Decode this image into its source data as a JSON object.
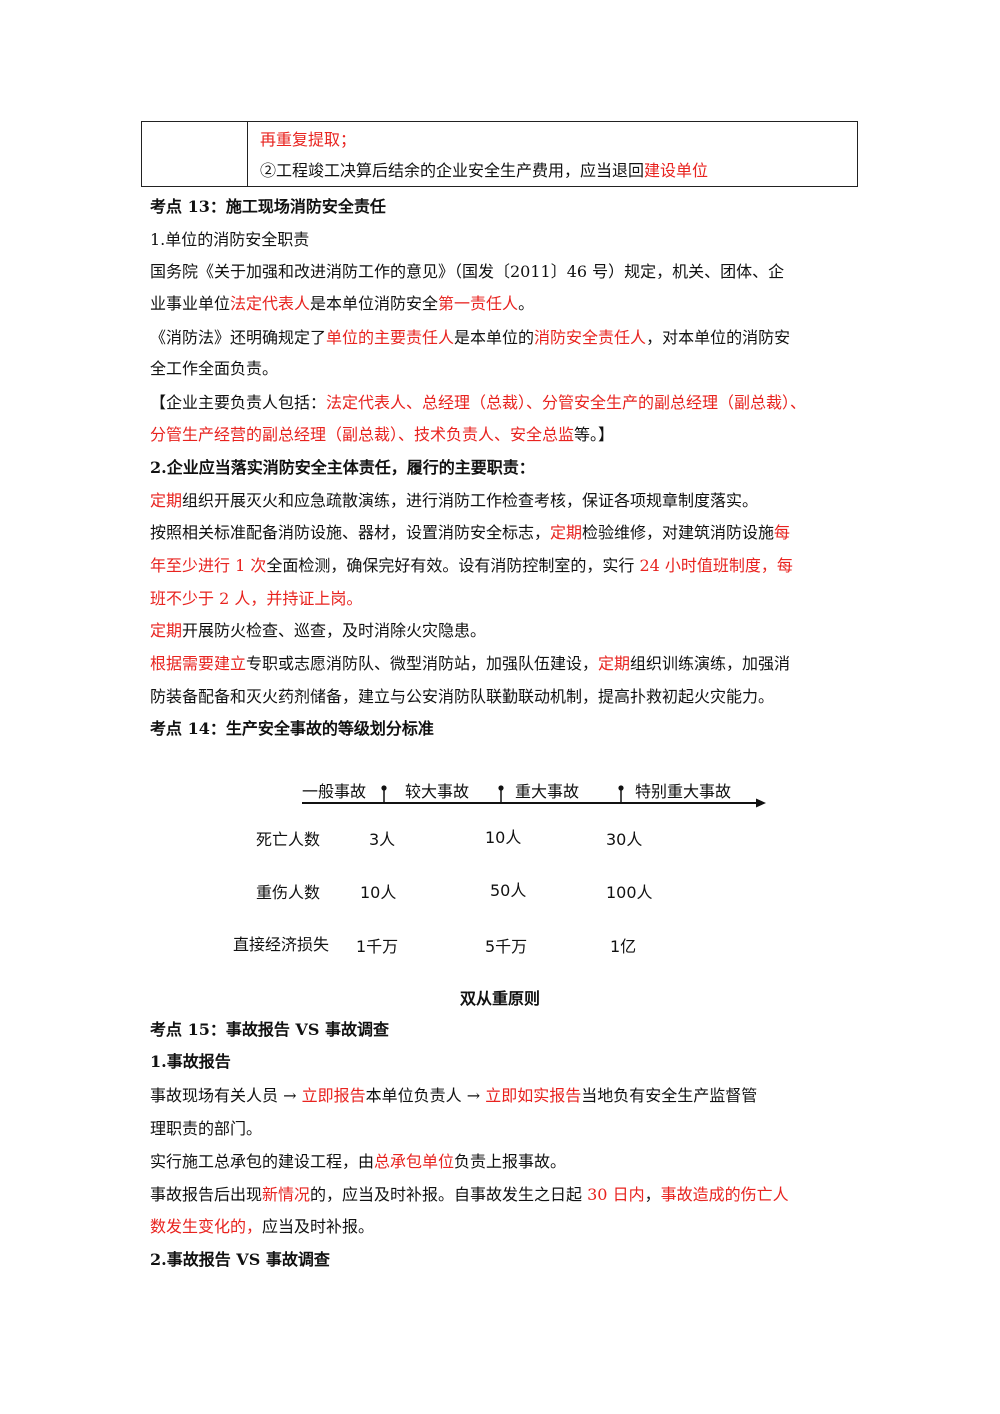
{
  "table": {
    "row1": "再重复提取；",
    "row2_prefix": "②工程竣工决算后结余的企业安全生产费用，应当退回",
    "row2_red": "建设单位"
  },
  "s13": {
    "title": "考点 13：施工现场消防安全责任",
    "sub1": "1.单位的消防安全职责",
    "p1a": "国务院《关于加强和改进消防工作的意见》（国发〔2011〕46 号）规定，机关、团体、企",
    "p1b_1": "业事业单位",
    "p1b_2": "法定代表人",
    "p1b_3": "是本单位消防安全",
    "p1b_4": "第一责任人",
    "p1b_5": "。",
    "p2a_1": "《消防法》还明确规定了",
    "p2a_2": "单位的主要责任人",
    "p2a_3": "是本单位的",
    "p2a_4": "消防安全责任人",
    "p2a_5": "，对本单位的消防安",
    "p2b": "全工作全面负责。",
    "p3a_1": "【企业主要负责人包括：",
    "p3a_2": "法定代表人、总经理（总裁）、分管安全生产的副总经理（副总裁）、",
    "p3b_1": "分管生产经营的副总经理（副总裁）、技术负责人、安全总监",
    "p3b_2": "等。】",
    "sub2": "2.企业应当落实消防安全主体责任，履行的主要职责：",
    "d1_1": "定期",
    "d1_2": "组织开展灭火和应急疏散演练，进行消防工作检查考核，保证各项规章制度落实。",
    "d2a_1": "按照相关标准配备消防设施、器材，设置消防安全标志，",
    "d2a_2": "定期",
    "d2a_3": "检验维修，对建筑消防设施",
    "d2a_4": "每",
    "d2b_1": "年至少进行 1 次",
    "d2b_2": "全面检测，确保完好有效。设有消防控制室的，实行 ",
    "d2b_3": "24 小时值班制度，每",
    "d2c": "班不少于 2 人，并持证上岗。",
    "d3_1": "定期",
    "d3_2": "开展防火检查、巡查，及时消除火灾隐患。",
    "d4a_1": "根据需要建立",
    "d4a_2": "专职或志愿消防队、微型消防站，加强队伍建设，",
    "d4a_3": "定期",
    "d4a_4": "组织训练演练，加强消",
    "d4b": "防装备配备和灭火药剂储备，建立与公安消防队联勤联动机制，提高扑救初起火灾能力。"
  },
  "s14": {
    "title": "考点 14：生产安全事故的等级划分标准",
    "levels": [
      "一般事故",
      "较大事故",
      "重大事故",
      "特别重大事故"
    ],
    "rows": [
      {
        "label": "死亡人数",
        "values": [
          "3人",
          "10人",
          "30人"
        ]
      },
      {
        "label": "重伤人数",
        "values": [
          "10人",
          "50人",
          "100人"
        ]
      },
      {
        "label": "直接经济损失",
        "values": [
          "1千万",
          "5千万",
          "1亿"
        ]
      }
    ],
    "principle": "双从重原则"
  },
  "s15": {
    "title": "考点 15：事故报告 VS 事故调查",
    "sub1": "1.事故报告",
    "r1a_1": "事故现场有关人员 → ",
    "r1a_2": "立即报告",
    "r1a_3": "本单位负责人 → ",
    "r1a_4": "立即如实报告",
    "r1a_5": "当地负有安全生产监督管",
    "r1b": "理职责的部门。",
    "r2_1": "实行施工总承包的建设工程，由",
    "r2_2": "总承包单位",
    "r2_3": "负责上报事故。",
    "r3a_1": "事故报告后出现",
    "r3a_2": "新情况",
    "r3a_3": "的，应当及时补报。自事故发生之日起 ",
    "r3a_4": "30 日内",
    "r3a_5": "，",
    "r3a_6": "事故造成的伤亡人",
    "r3b_1": "数发生变化的，",
    "r3b_2": "应当及时补报。",
    "sub2": "2.事故报告 VS 事故调查"
  }
}
